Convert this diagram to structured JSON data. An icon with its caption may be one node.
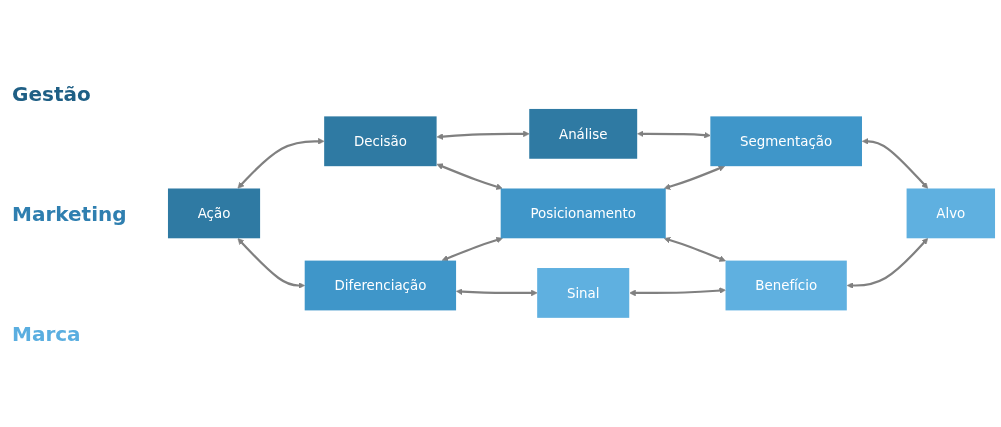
{
  "diagram": {
    "nodes": [
      {
        "text": [
          "Ação"
        ]
      },
      {
        "text": [
          "Decisão"
        ]
      },
      {
        "text": [
          "Análise"
        ]
      },
      {
        "text": [
          "Diferenciação"
        ]
      },
      {
        "text": [
          "Posicionamento"
        ]
      },
      {
        "text": [
          "Segmentação"
        ]
      },
      {
        "text": [
          "Sinal"
        ]
      },
      {
        "text": [
          "Benefício"
        ]
      },
      {
        "text": [
          "Alvo"
        ]
      }
    ],
    "edges": [
      {
        "from": 0,
        "to": 1,
        "arrow": "both"
      },
      {
        "from": 1,
        "to": 2,
        "arrow": "both"
      },
      {
        "from": 0,
        "to": 3,
        "arrow": "both"
      },
      {
        "from": 1,
        "to": 4,
        "arrow": "both"
      },
      {
        "from": 2,
        "to": 5,
        "arrow": "both"
      },
      {
        "from": 3,
        "to": 4,
        "arrow": "both"
      },
      {
        "from": 4,
        "to": 5,
        "arrow": "both"
      },
      {
        "from": 3,
        "to": 6,
        "arrow": "both"
      },
      {
        "from": 4,
        "to": 7,
        "arrow": "both"
      },
      {
        "from": 5,
        "to": 8,
        "arrow": "both"
      },
      {
        "from": 6,
        "to": 7,
        "arrow": "both"
      },
      {
        "from": 7,
        "to": 8,
        "arrow": "both"
      }
    ],
    "labels": [
      "Gestão",
      "Marketing",
      "Marca"
    ]
  }
}
